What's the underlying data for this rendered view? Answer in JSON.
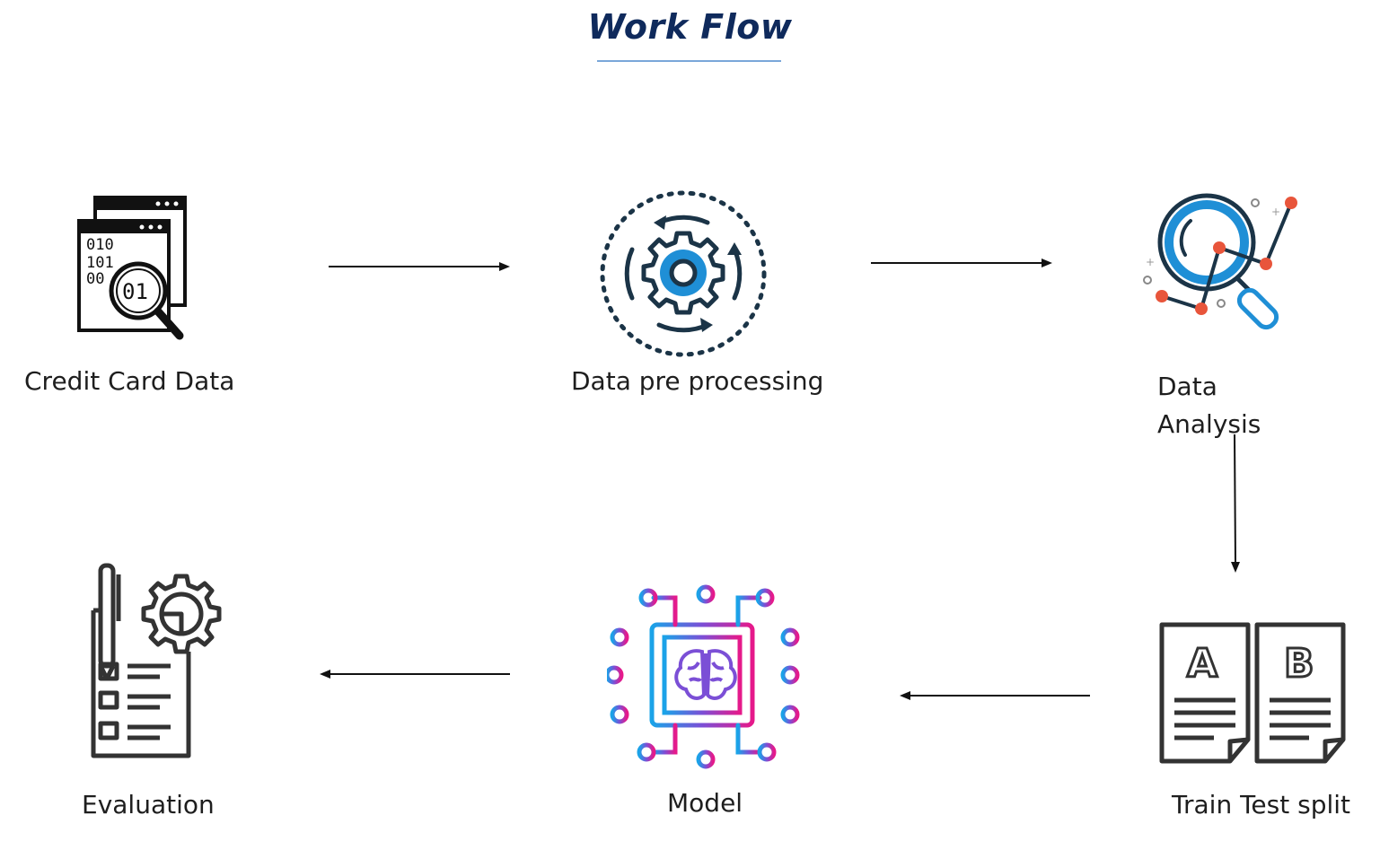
{
  "title": "Work Flow",
  "steps": [
    {
      "label": "Credit Card Data",
      "icon": "binary-data-search-icon"
    },
    {
      "label": "Data pre processing",
      "icon": "gear-cycle-icon"
    },
    {
      "label_line1": "Data",
      "label_line2": "Analysis",
      "icon": "magnifier-analytics-icon"
    },
    {
      "label": "Train Test split",
      "icon": "ab-documents-icon"
    },
    {
      "label": "Model",
      "icon": "ai-chip-brain-icon"
    },
    {
      "label": "Evaluation",
      "icon": "checklist-gear-icon"
    }
  ],
  "colors": {
    "title": "#0f2a5c",
    "accent_blue": "#1f8fd6",
    "accent_red": "#e8553b",
    "gradient_start": "#1aa3e8",
    "gradient_end": "#e6198a"
  }
}
